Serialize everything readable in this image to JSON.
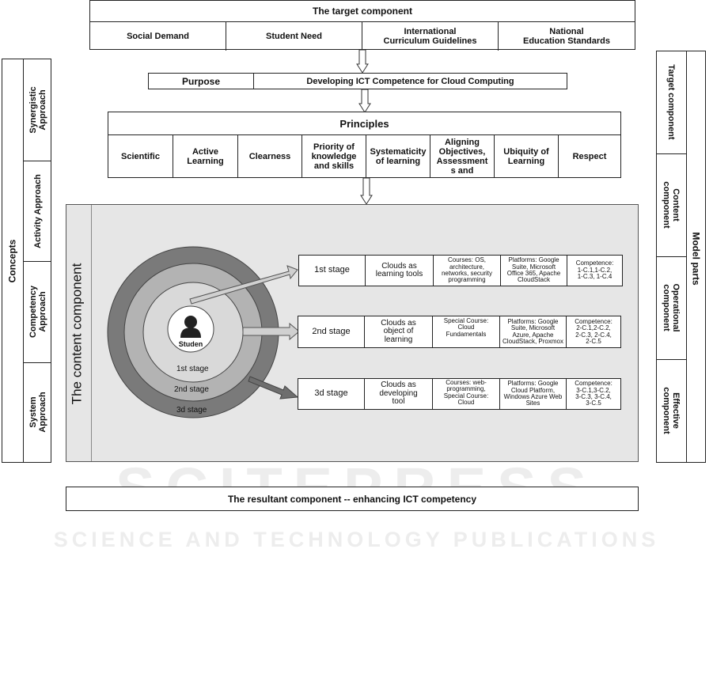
{
  "target": {
    "title": "The target component",
    "items": [
      "Social Demand",
      "Student Need",
      "International\nCurriculum Guidelines",
      "National\nEducation Standards"
    ]
  },
  "purpose": {
    "label": "Purpose",
    "text": "Developing ICT Competence for Cloud Computing"
  },
  "principles": {
    "title": "Principles",
    "items": [
      "Scientific",
      "Active\nLearning",
      "Clearness",
      "Priority of\nknowledge\nand skills",
      "Systematicity\nof learning",
      "Aligning\nObjectives,\nAssessment\ns  and",
      "Ubiquity of\nLearning",
      "Respect"
    ]
  },
  "concepts": {
    "title": "Concepts",
    "items": [
      "Synergistic\nApproach",
      "Activity Approach",
      "Competency\nApproach",
      "System\nApproach"
    ]
  },
  "model_parts": {
    "title": "Model parts",
    "items": [
      "Target component",
      "Content\ncomponent",
      "Operational\ncomponent",
      "Effective\ncomponent"
    ]
  },
  "content": {
    "title": "The content component",
    "student_label": "Studen",
    "ring_labels": [
      "1st stage",
      "2nd stage",
      "3d stage"
    ],
    "stages": [
      {
        "stage": "1st stage",
        "clouds": "Clouds as\nlearning tools",
        "courses": "Courses: OS,\narchitecture,\nnetworks, security\nprogramming",
        "platforms": "Platforms: Google\nSuite, Microsoft\nOffice 365, Apache\nCloudStack",
        "competence": "Competence:\n1-C.1,1-C.2,\n1-C.3, 1-C.4"
      },
      {
        "stage": "2nd stage",
        "clouds": "Clouds as\nobject of\nlearning",
        "courses": "Special Course:\nCloud\nFundamentals",
        "platforms": "Platforms: Google\nSuite, Microsoft\nAzure, Apache\nCloudStack, Proxmox",
        "competence": "Competence:\n2-C.1,2-C.2,\n2-C.3, 2-C.4,\n2-C.5"
      },
      {
        "stage": "3d stage",
        "clouds": "Clouds as\ndeveloping\ntool",
        "courses": "Courses: web-\nprogramming,\nSpecial Course:\nCloud",
        "platforms": "Platforms: Google\nCloud Platform,\nWindows Azure Web\nSites",
        "competence": "Competence:\n3-C.1,3-C.2,\n3-C.3, 3-C.4,\n3-C.5"
      }
    ]
  },
  "result": {
    "text": "The resultant component -- enhancing ICT competency"
  },
  "watermark": {
    "line1": "SCITEPRESS",
    "line2": "SCIENCE AND TECHNOLOGY PUBLICATIONS"
  },
  "colors": {
    "panel_bg": "#e6e6e6",
    "ring_outer": "#7a7a7a",
    "ring_middle": "#b3b3b3",
    "ring_inner": "#d9d9d9",
    "arrow_fill": "#d0d0d0",
    "arrow_dark": "#6e6e6e"
  }
}
